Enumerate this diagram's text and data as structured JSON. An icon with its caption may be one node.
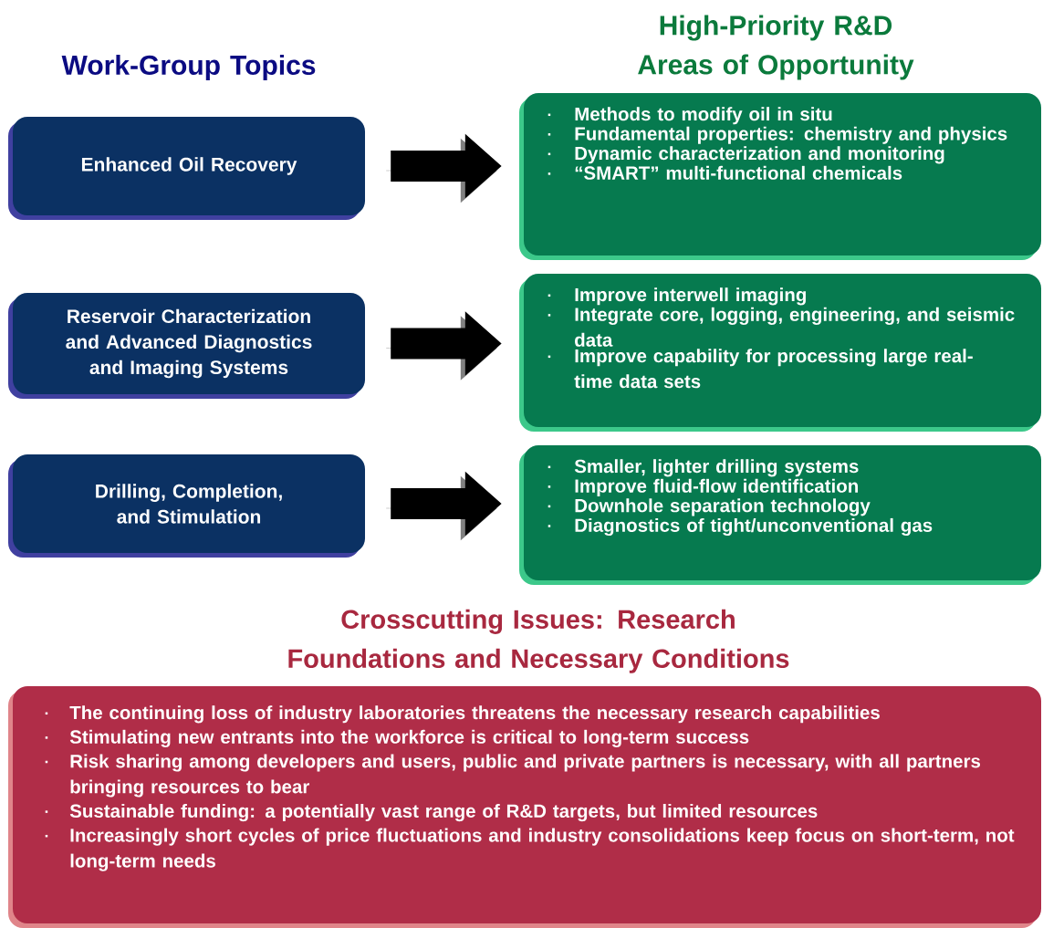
{
  "diagram": {
    "nodes": [
      {
        "text": [
          "Enhanced Oil Recovery"
        ]
      },
      {
        "text": [
          "Reservoir Characterization and Advanced Diagnostics and Imaging Systems"
        ]
      },
      {
        "text": [
          "Drilling, Completion, and Stimulation"
        ]
      },
      {
        "text": [
          "Methods to modify oil in situ",
          "Fundamental properties: chemistry and physics",
          "Dynamic characterization and monitoring",
          "“SMART” multi-functional chemicals"
        ]
      },
      {
        "text": [
          "Improve interwell imaging",
          "Integrate core, logging, engineering, and seismic data",
          "Improve capability for processing large real- time data sets"
        ]
      },
      {
        "text": [
          "Smaller, lighter drilling systems",
          "Improve fluid-flow identification",
          "Downhole separation technology",
          "Diagnostics of tight/unconventional gas"
        ]
      },
      {
        "text": [
          "Crosscutting Issues: Research Foundations and Necessary Conditions",
          "The continuing loss of industry laboratories threatens the necessary research capabilities",
          "Stimulating new entrants into the workforce is critical to long-term success",
          "Risk sharing among developers and users, public and private partners is necessary, with all partners bringing resources to bear",
          "Sustainable funding: a potentially vast range of R&D targets, but limited resources",
          "Increasingly short cycles of price fluctuations and industry consolidations keep focus on short-term, not long-term needs"
        ]
      }
    ],
    "edges": [
      {
        "from": 0,
        "to": 3,
        "arrow": "to"
      },
      {
        "from": 1,
        "to": 4,
        "arrow": "to"
      },
      {
        "from": 2,
        "to": 5,
        "arrow": "to"
      }
    ],
    "labels": [
      "Work-Group Topics",
      "High-Priority R&D Areas of Opportunity"
    ]
  }
}
